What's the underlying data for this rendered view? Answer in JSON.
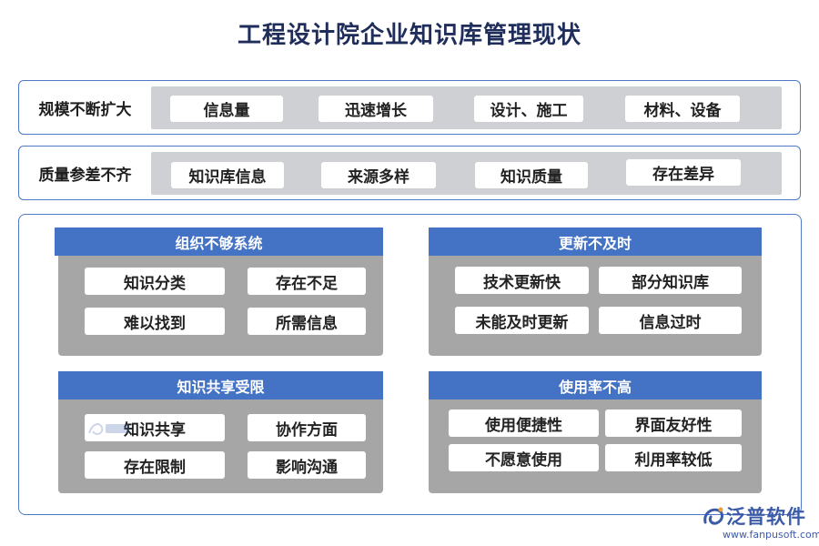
{
  "title": "工程设计院企业知识库管理现状",
  "rows": [
    {
      "label": "规模不断扩大",
      "chips": [
        "信息量",
        "迅速增长",
        "设计、施工",
        "材料、设备"
      ]
    },
    {
      "label": "质量参差不齐",
      "chips": [
        "知识库信息",
        "来源多样",
        "知识质量",
        "存在差异"
      ]
    }
  ],
  "quadrants": [
    {
      "title": "组织不够系统",
      "items": [
        "知识分类",
        "存在不足",
        "难以找到",
        "所需信息"
      ]
    },
    {
      "title": "更新不及时",
      "items": [
        "技术更新快",
        "部分知识库",
        "未能及时更新",
        "信息过时"
      ]
    },
    {
      "title": "知识共享受限",
      "items": [
        "知识共享",
        "协作方面",
        "存在限制",
        "影响沟通"
      ]
    },
    {
      "title": "使用率不高",
      "items": [
        "使用便捷性",
        "界面友好性",
        "不愿意使用",
        "利用率较低"
      ]
    }
  ],
  "logo": {
    "name": "泛普软件",
    "url": "www.fanpusoft.com",
    "color": "#3b5ba9"
  },
  "colors": {
    "header": "#4472c4",
    "border": "#4e78c8",
    "body_gray": "#a6a6a6",
    "bar_gray": "#cfd0d3"
  }
}
